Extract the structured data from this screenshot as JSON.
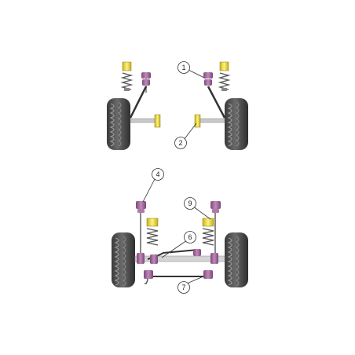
{
  "callouts": [
    {
      "id": "1",
      "label": "1"
    },
    {
      "id": "2",
      "label": "2"
    },
    {
      "id": "4",
      "label": "4"
    },
    {
      "id": "9",
      "label": "9"
    },
    {
      "id": "6",
      "label": "6"
    },
    {
      "id": "7",
      "label": "7"
    }
  ],
  "colors": {
    "background": "#ffffff",
    "tyre": "#555555",
    "tyre_tread": "#9a9a9a",
    "bush_purple": "#a0669a",
    "spring_top_yellow": "#f2e23a",
    "bush_yellow": "#efd93a",
    "link_gray": "#c0c0c0",
    "line_dark": "#333333"
  },
  "icons": [
    "front-suspension-diagram",
    "rear-suspension-diagram",
    "tyre-icon",
    "coil-spring-icon",
    "bush-icon"
  ]
}
